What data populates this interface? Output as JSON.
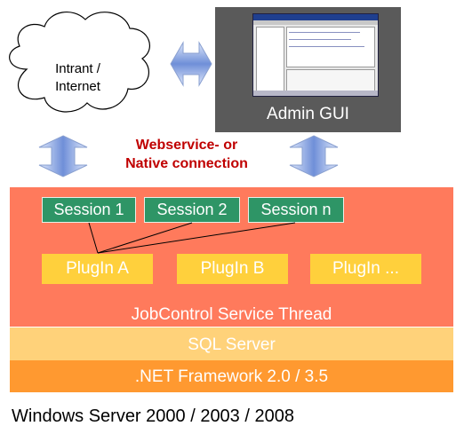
{
  "cloud": {
    "text": "Intrant /\nInternet"
  },
  "admin_gui": {
    "label": "Admin GUI"
  },
  "connection": {
    "text": "Webservice- or\nNative connection"
  },
  "sessions": [
    "Session 1",
    "Session 2",
    "Session n"
  ],
  "plugins": [
    "PlugIn A",
    "PlugIn B",
    "PlugIn ..."
  ],
  "layers": {
    "jobcontrol": "JobControl Service Thread",
    "sql": "SQL Server",
    "dotnet": ".NET Framework 2.0 / 3.5"
  },
  "os": "Windows Server 2000 / 2003 / 2008",
  "colors": {
    "service_thread": "#ff7a5c",
    "session": "#2e9566",
    "plugin": "#ffd03c",
    "sql": "#ffd27a",
    "dotnet": "#ff9930",
    "connection_text": "#c00000",
    "arrow": "#6f8fd8"
  }
}
